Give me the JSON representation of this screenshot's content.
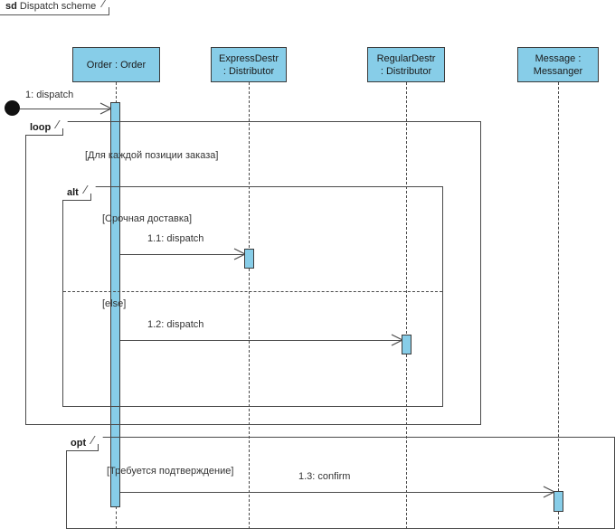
{
  "diagram": {
    "kind_keyword": "sd",
    "title": "Dispatch scheme",
    "colors": {
      "lifeline_fill": "#87cde8",
      "line": "#4a4a4a",
      "text": "#333333",
      "start_node": "#111111"
    }
  },
  "lifelines": [
    {
      "id": "order",
      "line1": "Order : Order",
      "line2": ""
    },
    {
      "id": "expressdestr",
      "line1": "ExpressDestr",
      "line2": ": Distributor"
    },
    {
      "id": "regulardestr",
      "line1": "RegularDestr",
      "line2": ": Distributor"
    },
    {
      "id": "messenger",
      "line1": "Message :",
      "line2": "Messanger"
    }
  ],
  "fragments": [
    {
      "id": "loop",
      "operator": "loop",
      "guard": "[Для каждой позиции заказа]"
    },
    {
      "id": "alt",
      "operator": "alt",
      "guard": "[Срочная доставка]",
      "guard_else": "[else]"
    },
    {
      "id": "opt",
      "operator": "opt",
      "guard": "[Требуется подтверждение]"
    }
  ],
  "messages": [
    {
      "id": "m1",
      "label": "1: dispatch",
      "from": "start",
      "to": "order"
    },
    {
      "id": "m11",
      "label": "1.1: dispatch",
      "from": "order",
      "to": "expressdestr"
    },
    {
      "id": "m12",
      "label": "1.2: dispatch",
      "from": "order",
      "to": "regulardestr"
    },
    {
      "id": "m13",
      "label": "1.3: confirm",
      "from": "order",
      "to": "messenger"
    }
  ]
}
